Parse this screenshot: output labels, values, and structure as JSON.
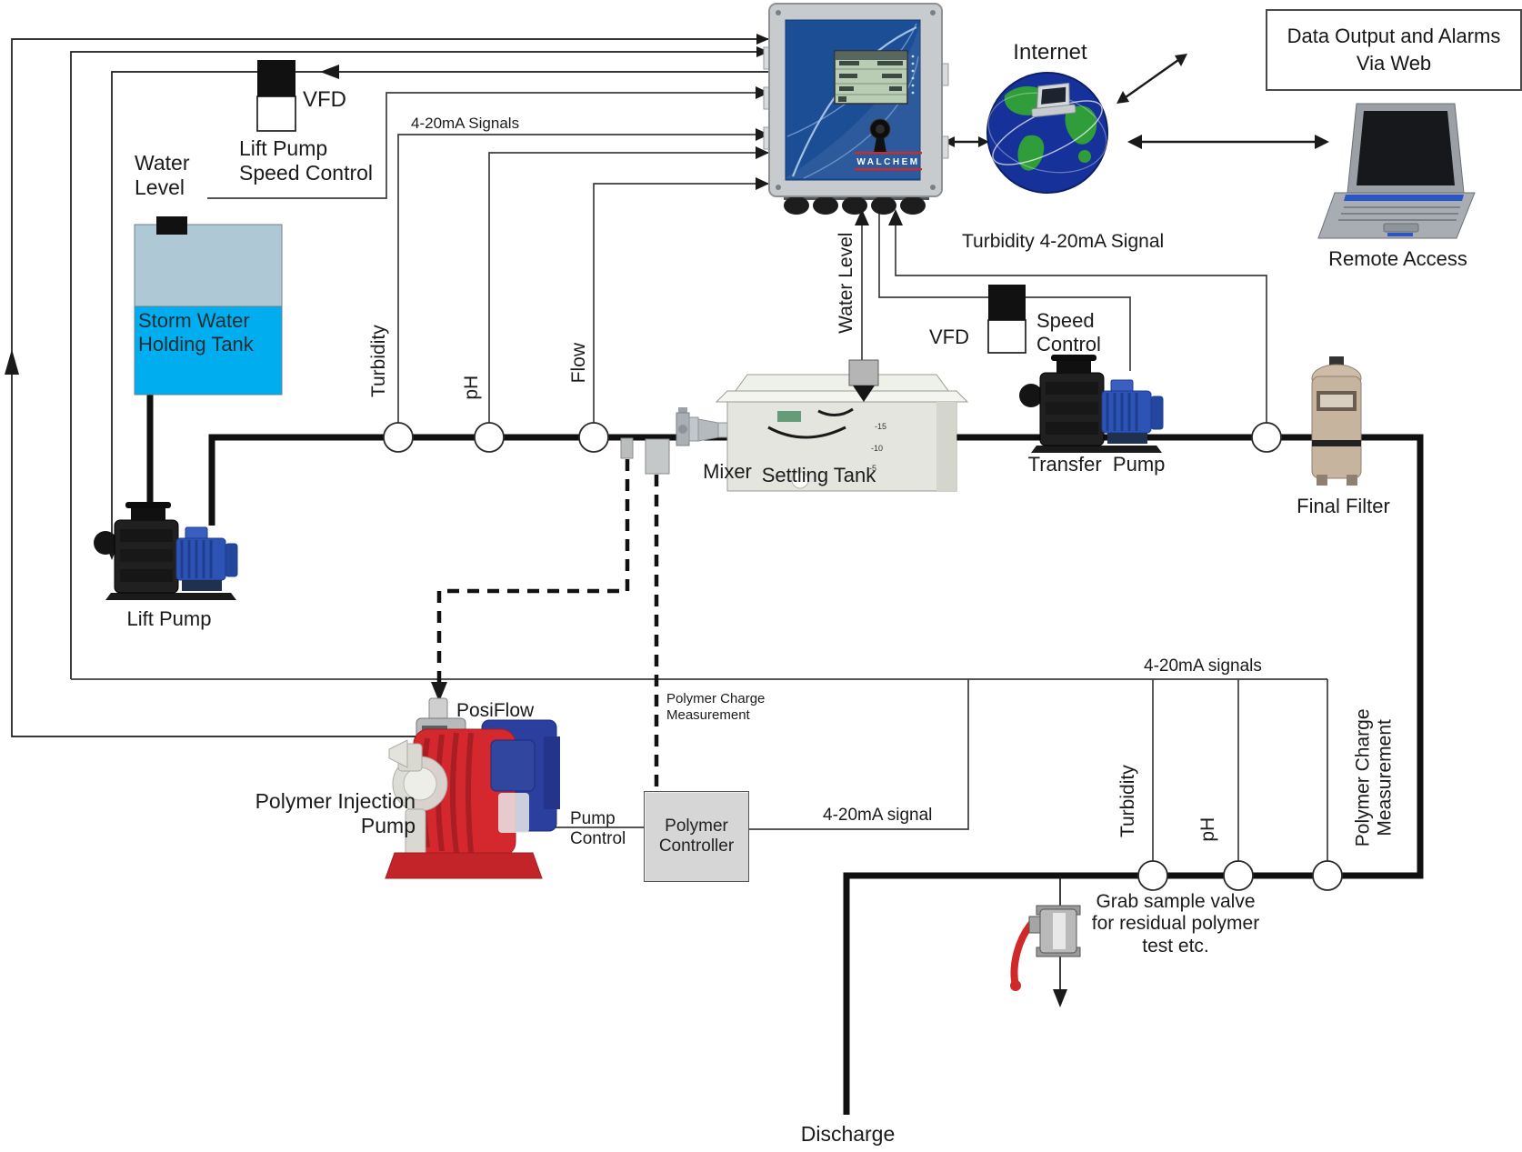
{
  "title": "Storm water treatment and polymer feed control system diagram",
  "colors": {
    "pipe": "#111111",
    "signal_line": "#3d3d3d",
    "tank_cyan": "#00aeef",
    "tank_headspace": "#aec8d6",
    "controller_door_blue": "#1c4e96",
    "vfd_black": "#111111",
    "polymer_pump_red": "#d5282e",
    "valve_handle_red": "#cf2a27",
    "pump_motor_blue": "#2d53b5"
  },
  "labels": {
    "internet": "Internet",
    "data_output_line1": "Data Output and Alarms",
    "data_output_line2": "Via Web",
    "remote_access": "Remote Access",
    "vfd_lift": "VFD",
    "lift_pump_speed_line1": "Lift Pump",
    "lift_pump_speed_line2": "Speed Control",
    "water_level_line1": "Water",
    "water_level_line2": "Level",
    "signals_420_top": "4-20mA Signals",
    "storm_tank_line1": "Storm Water",
    "storm_tank_line2": "Holding Tank",
    "turbidity_main": "Turbidity",
    "ph_main": "pH",
    "flow": "Flow",
    "mixer": "Mixer",
    "settling_tank": "Settling Tank",
    "water_level_settling": "Water Level",
    "vfd_transfer": "VFD",
    "speed_control_line1": "Speed",
    "speed_control_line2": "Control",
    "turbidity_420_signal": "Turbidity 4-20mA Signal",
    "transfer_pump": "Transfer  Pump",
    "final_filter": "Final Filter",
    "lift_pump": "Lift Pump",
    "posiflow": "PosiFlow",
    "polymer_injection_line1": "Polymer Injection",
    "polymer_injection_line2": "Pump",
    "pump_control_line1": "Pump",
    "pump_control_line2": "Control",
    "polymer_controller_line1": "Polymer",
    "polymer_controller_line2": "Controller",
    "polymer_charge_line1": "Polymer Charge",
    "polymer_charge_line2": "Measurement",
    "signal_420": "4-20mA signal",
    "signals_420_bottom": "4-20mA signals",
    "turbidity_bottom": "Turbidity",
    "ph_bottom": "pH",
    "polymer_charge_vert_line1": "Polymer Charge",
    "polymer_charge_vert_line2": "Measurement",
    "grab_sample_line1": "Grab sample valve",
    "grab_sample_line2": "for residual polymer",
    "grab_sample_line3": "test etc.",
    "discharge": "Discharge",
    "walchem_brand": "WALCHEM"
  }
}
